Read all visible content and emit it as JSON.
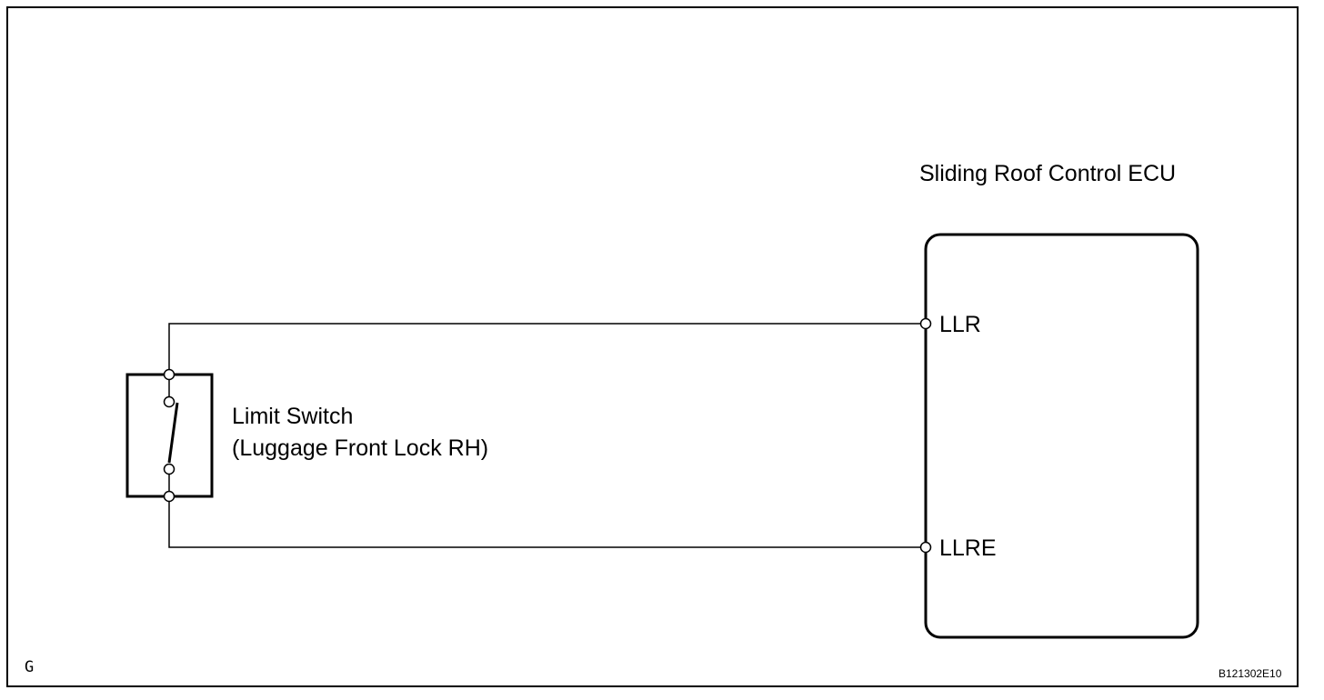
{
  "diagram": {
    "ecu_label": "Sliding Roof Control ECU",
    "switch_label_line1": "Limit Switch",
    "switch_label_line2": "(Luggage Front Lock RH)",
    "pins": {
      "top": "LLR",
      "bottom": "LLRE"
    },
    "corner_letter": "G",
    "figure_id": "B121302E10"
  },
  "colors": {
    "line": "#000000",
    "background": "#ffffff"
  }
}
